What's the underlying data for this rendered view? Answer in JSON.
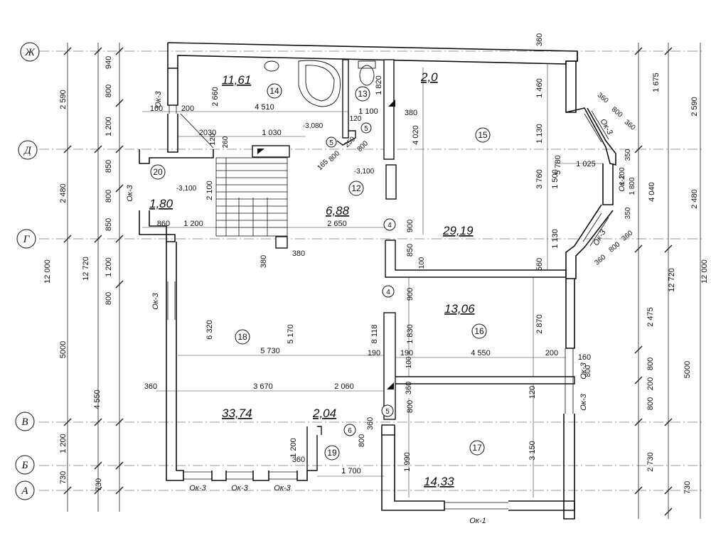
{
  "axes": [
    "Ж",
    "Д",
    "Г",
    "В",
    "Б",
    "А"
  ],
  "rooms": [
    {
      "num": "14",
      "area": "11,61"
    },
    {
      "num": "13",
      "area": "2,0"
    },
    {
      "num": "15",
      "area": "29,19"
    },
    {
      "num": "12",
      "area": "6,88"
    },
    {
      "num": "20",
      "area": "1,80"
    },
    {
      "num": "16",
      "area": "13,06"
    },
    {
      "num": "18",
      "area": "33,74"
    },
    {
      "num": "19",
      "area": "2,04"
    },
    {
      "num": "17",
      "area": "14,33"
    }
  ],
  "windows": [
    "Ок-3",
    "Ок-2",
    "Ок-1"
  ],
  "left_dims": [
    "940",
    "800",
    "1 200",
    "850",
    "800",
    "850",
    "1 200",
    "800",
    "5000",
    "1 200",
    "730",
    "730",
    "2 590",
    "2 480",
    "4 550",
    "12 720",
    "12 000"
  ],
  "right_dims": [
    "1 675",
    "2 590",
    "4 040",
    "2 480",
    "2 475",
    "12 720",
    "12 000",
    "800",
    "800",
    "200",
    "5000",
    "2 730",
    "730"
  ],
  "interior_dims": [
    "360",
    "2 660",
    "4 510",
    "160",
    "200",
    "2030",
    "1 030",
    "120",
    "260",
    "1 100",
    "120",
    "1 820",
    "-3,080",
    "380",
    "4 020",
    "1 460",
    "1 130",
    "5 780",
    "1 025",
    "3 760",
    "1 500",
    "1 130",
    "860",
    "1 200",
    "2 100",
    "2 650",
    "-3,100",
    "-3,100",
    "380",
    "380",
    "900",
    "850",
    "100",
    "560",
    "900",
    "1 830",
    "8 118",
    "2 870",
    "6 320",
    "5 170",
    "5 730",
    "190",
    "190",
    "4 550",
    "200",
    "160",
    "360",
    "3 670",
    "2 060",
    "800",
    "360",
    "120",
    "3 150",
    "1 990",
    "1 200",
    "360",
    "1 700",
    "800",
    "100",
    "360",
    "800",
    "1 100",
    "1 800",
    "350",
    "350",
    "360",
    "800",
    "360",
    "360",
    "800",
    "360",
    "250",
    "800",
    "165",
    "800"
  ],
  "markers": [
    "4",
    "4",
    "5",
    "5",
    "5",
    "6"
  ]
}
